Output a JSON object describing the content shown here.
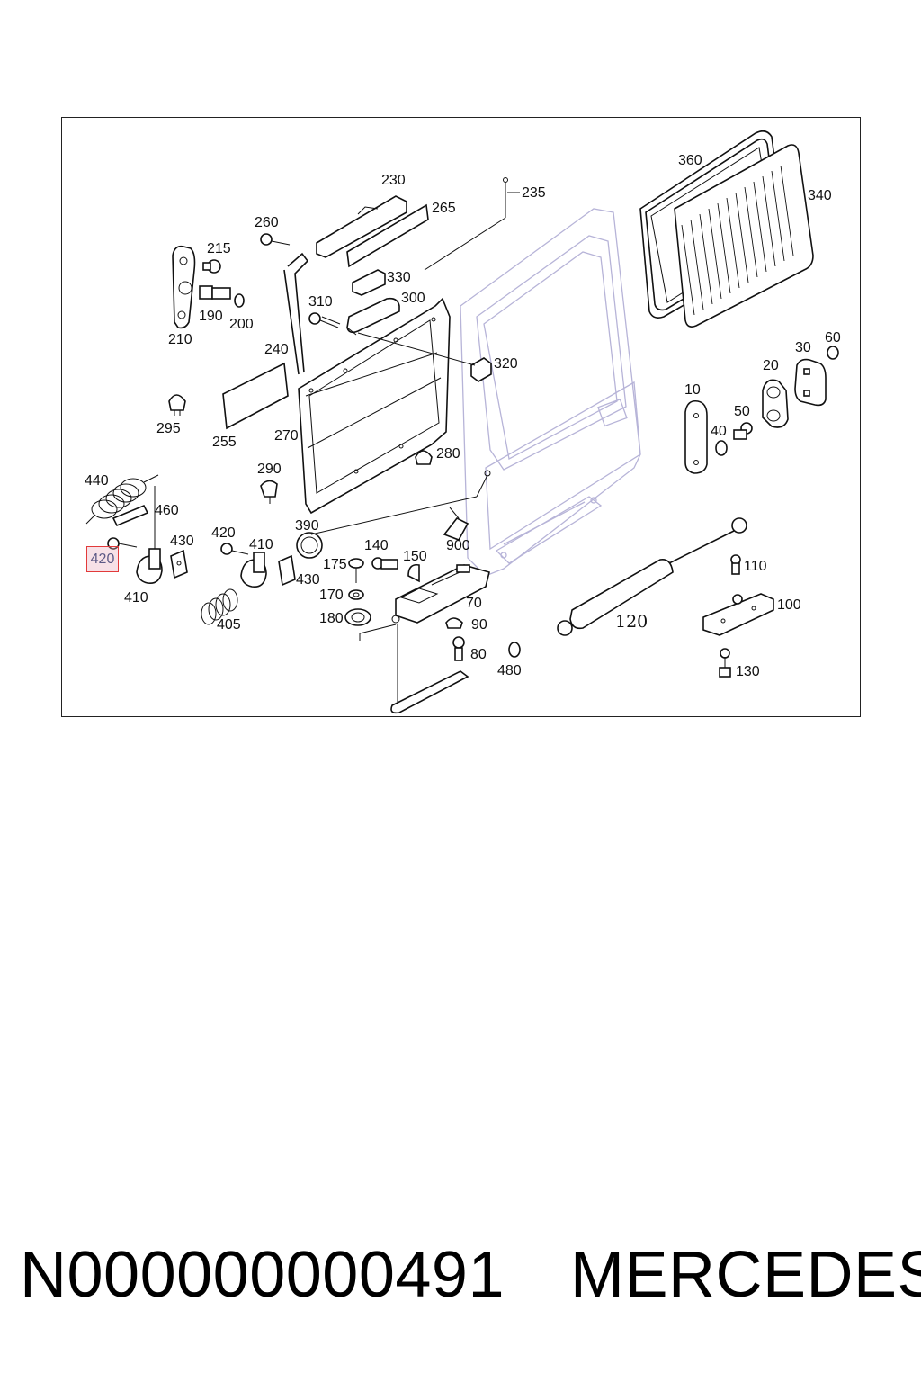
{
  "callouts": {
    "c10": "10",
    "c20": "20",
    "c30": "30",
    "c40": "40",
    "c50": "50",
    "c60": "60",
    "c70": "70",
    "c80": "80",
    "c90": "90",
    "c100": "100",
    "c110": "110",
    "c120": "120",
    "c130": "130",
    "c140": "140",
    "c150": "150",
    "c170": "170",
    "c175": "175",
    "c180": "180",
    "c190": "190",
    "c200": "200",
    "c210": "210",
    "c215": "215",
    "c230": "230",
    "c235": "235",
    "c240": "240",
    "c255": "255",
    "c260": "260",
    "c265": "265",
    "c270": "270",
    "c280": "280",
    "c290": "290",
    "c295": "295",
    "c300": "300",
    "c310": "310",
    "c320": "320",
    "c330": "330",
    "c340": "340",
    "c360": "360",
    "c390": "390",
    "c405": "405",
    "c410a": "410",
    "c410b": "410",
    "c420a": "420",
    "c420b": "420",
    "c430a": "430",
    "c430b": "430",
    "c440": "440",
    "c460": "460",
    "c480": "480",
    "c900": "900"
  },
  "footer": {
    "part_number": "N000000000491",
    "brand": "MERCEDES"
  },
  "colors": {
    "highlight_border": "#e23a3a",
    "highlight_fill": "#f1c9d2",
    "door_outline": "#b7b4d8"
  }
}
